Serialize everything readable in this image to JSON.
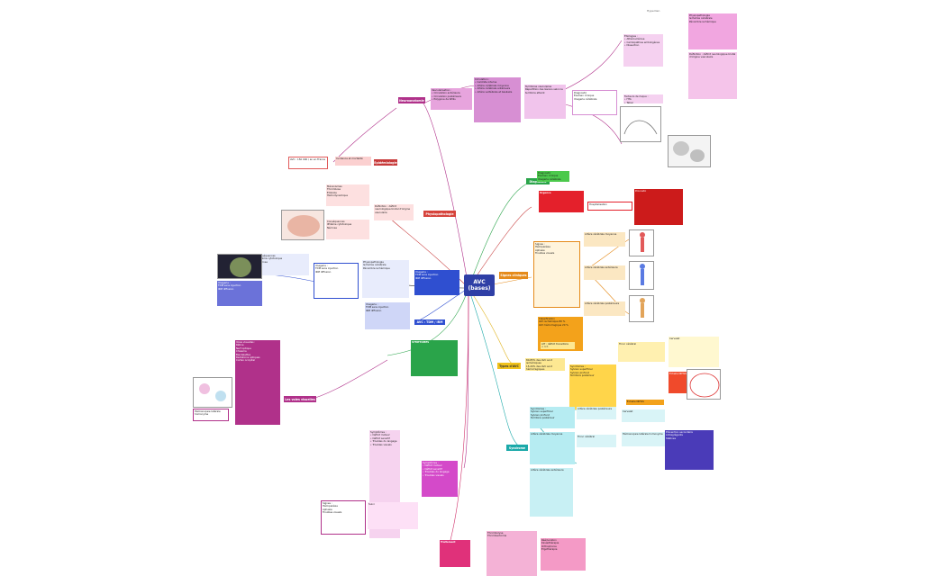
{
  "diagram": {
    "central": {
      "text": "AVC\n(bases)"
    },
    "top_tag": "Hyperlien",
    "categories": {
      "neuro": "Neuroanatomie",
      "epid": "Epidémiologie",
      "physio": "Physiopathologie",
      "diag": "Diagnostic",
      "signes": "Signes cliniques",
      "irm": "AVC : TDM / IRM",
      "classif": "Types d'AVC",
      "symptomes": "SYMPTOMES",
      "voies": "Les voies visuelles",
      "syndrome": "Syndrome",
      "traitement": "Traitement"
    },
    "texts": {
      "t1": "Vascularisation :\n• Circulation antérieure\n• Circulation postérieure\n• Polygone de Willis",
      "t2": "Circulation :\n• Carotide interne\n• Artère cérébrale moyenne\n• Artère cérébrale antérieure\n• Artère vertébrale et basilaire",
      "t3": "Territoires vasculaires\nRépartition des lésions selon le territoire atteint",
      "t4": "Diagnostic\nExamen clinique\nImagerie cérébrale",
      "t5": "Étiologies :\n• Athérosclérose\n• Cardiopathies emboligènes\n• Dissection",
      "t6": "Facteurs de risque :\n• HTA\n• Tabac\n• Diabète",
      "t7": "Physiopathologie\nIschémie cérébrale\nPénombre ischémique",
      "t8": "Définition : déficit neurologique brutal d'origine vasculaire",
      "t9": "AVC : 150 000 / an en France",
      "t10": "Incidence et mortalité",
      "t11": "Mécanismes\nThrombose\nEmbolie\nHémodynamique",
      "t12": "Conséquences\nŒdème cytotoxique\nNécrose",
      "t13": "Imagerie :\nTDM sans injection\nIRM diffusion",
      "t14": "Signes :\nHémiparésie\nAphasie\nTroubles visuels",
      "t15": "Classification\nAVC ischémique 80 %\nAVC hémorragique 20 %",
      "t16": "80-85% des AVC sont ischémiques\n15-20% des AVC sont hémorragiques",
      "t17": "AIT : déficit transitoire\n< 1 h",
      "t18": "Symptômes :\n• Déficit moteur\n• Déficit sensitif\n• Troubles du langage\n• Troubles visuels",
      "t19": "Voies visuelles :\nRétine\nNerf optique\nChiasma\nBandelettes\nRadiations optiques\nCortex occipital",
      "t20": "Hémianopsie latérale homonyme",
      "t21": "Échelle NIHSS",
      "t22": "Thrombolyse\nThrombectomie",
      "t23": "Prévention secondaire\nAntiagrégants\nStatines",
      "t24": "Rééducation\nKinésithérapie\nOrthophonie\nErgothérapie",
      "t25": "Syndromes :\nSylvien superficiel\nSylvien profond\nTerritoire postérieur",
      "t26": "Artère cérébrale moyenne",
      "t27": "Artère cérébrale antérieure",
      "t28": "Artère cérébrale postérieure",
      "t29": "Tronc cérébral",
      "t30": "Cervelet",
      "t31": "Pronostic",
      "t32": "Urgence",
      "t33": "Hospitalisation",
      "t34": "Suivi"
    }
  }
}
